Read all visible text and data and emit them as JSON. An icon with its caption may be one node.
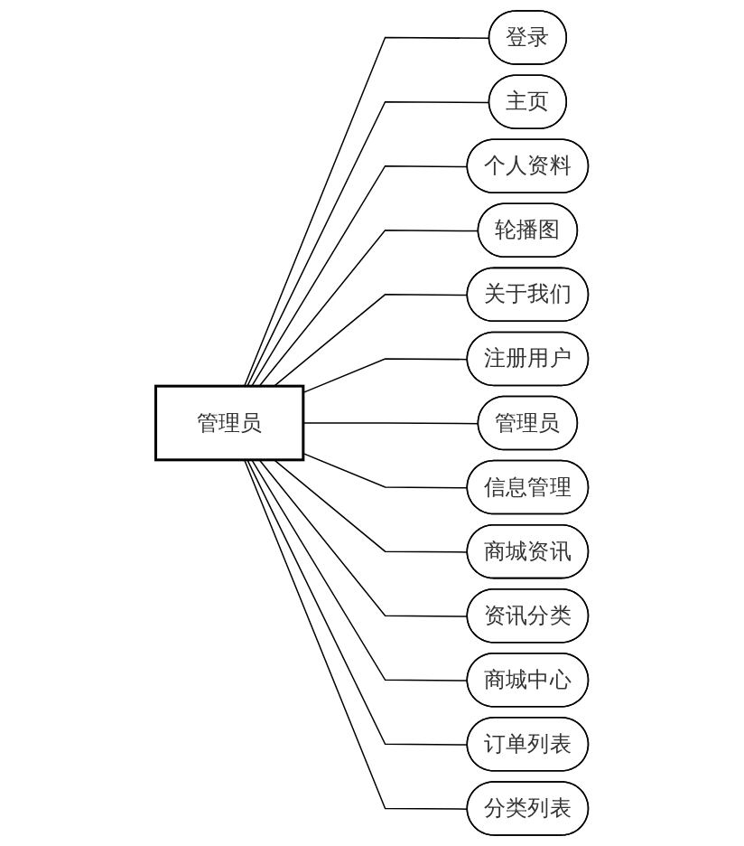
{
  "diagram": {
    "nodes": [
      {
        "text": [
          "管理员"
        ]
      },
      {
        "text": [
          "登录"
        ]
      },
      {
        "text": [
          "主页"
        ]
      },
      {
        "text": [
          "个人资料"
        ]
      },
      {
        "text": [
          "轮播图"
        ]
      },
      {
        "text": [
          "关于我们"
        ]
      },
      {
        "text": [
          "注册用户"
        ]
      },
      {
        "text": [
          "管理员"
        ]
      },
      {
        "text": [
          "信息管理"
        ]
      },
      {
        "text": [
          "商城资讯"
        ]
      },
      {
        "text": [
          "资讯分类"
        ]
      },
      {
        "text": [
          "商城中心"
        ]
      },
      {
        "text": [
          "订单列表"
        ]
      },
      {
        "text": [
          "分类列表"
        ]
      }
    ],
    "edges": [
      {
        "from": 0,
        "to": 1,
        "arrow": "none"
      },
      {
        "from": 0,
        "to": 2,
        "arrow": "none"
      },
      {
        "from": 0,
        "to": 3,
        "arrow": "none"
      },
      {
        "from": 0,
        "to": 4,
        "arrow": "none"
      },
      {
        "from": 0,
        "to": 5,
        "arrow": "none"
      },
      {
        "from": 0,
        "to": 6,
        "arrow": "none"
      },
      {
        "from": 0,
        "to": 7,
        "arrow": "none"
      },
      {
        "from": 0,
        "to": 8,
        "arrow": "none"
      },
      {
        "from": 0,
        "to": 9,
        "arrow": "none"
      },
      {
        "from": 0,
        "to": 10,
        "arrow": "none"
      },
      {
        "from": 0,
        "to": 11,
        "arrow": "none"
      },
      {
        "from": 0,
        "to": 12,
        "arrow": "none"
      },
      {
        "from": 0,
        "to": 13,
        "arrow": "none"
      }
    ]
  }
}
